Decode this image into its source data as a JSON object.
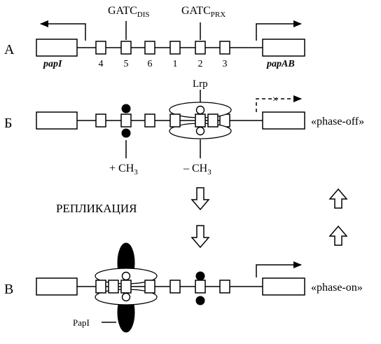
{
  "rows": {
    "a": {
      "label": "А"
    },
    "b": {
      "label": "Б",
      "state": "«phase-off»"
    },
    "c": {
      "label": "В",
      "state": "«phase-on»"
    }
  },
  "genes": {
    "left": "papI",
    "right": "papAB"
  },
  "site_numbers": [
    "4",
    "5",
    "6",
    "1",
    "2",
    "3"
  ],
  "gatc_dis": {
    "main": "GATC",
    "sub": "DIS"
  },
  "gatc_prx": {
    "main": "GATC",
    "sub": "PRX"
  },
  "lrp_label": "Lrp",
  "methyl_plus": {
    "main": "+ CH",
    "sub": "3"
  },
  "methyl_minus": {
    "main": "– CH",
    "sub": "3"
  },
  "replication_label": "РЕПЛИКАЦИЯ",
  "papi_label": "PapI"
}
